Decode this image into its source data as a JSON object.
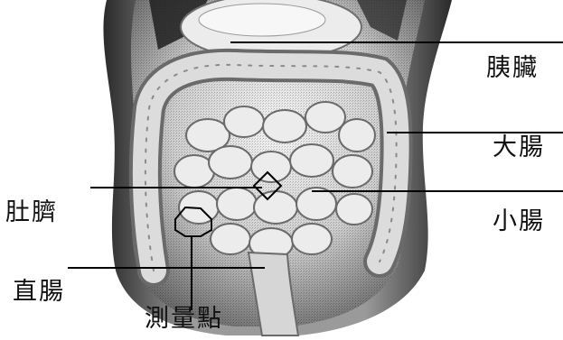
{
  "labels": {
    "pancreas": "胰臟",
    "large_intestine": "大腸",
    "small_intestine": "小腸",
    "navel": "肚臍",
    "rectum": "直腸",
    "measurement_points": "測量點"
  },
  "colors": {
    "background": "#ffffff",
    "line": "#000000",
    "torso_shadow": "#3a3a3a",
    "organ_fill": "#e6e6e6",
    "organ_edge": "#7a7a7a"
  }
}
